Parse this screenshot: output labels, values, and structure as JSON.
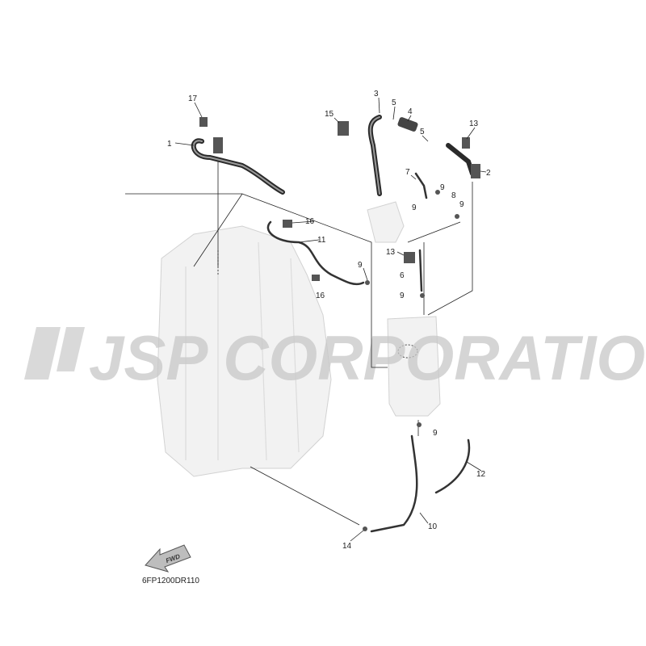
{
  "diagram": {
    "drawing_code": "6FP1200DR110",
    "direction_arrow": "FWD",
    "watermark": "JSP CORPORATION",
    "callouts": [
      {
        "n": "17"
      },
      {
        "n": "1"
      },
      {
        "n": "3"
      },
      {
        "n": "5"
      },
      {
        "n": "4"
      },
      {
        "n": "5"
      },
      {
        "n": "15"
      },
      {
        "n": "13"
      },
      {
        "n": "2"
      },
      {
        "n": "7"
      },
      {
        "n": "9"
      },
      {
        "n": "8"
      },
      {
        "n": "9"
      },
      {
        "n": "9"
      },
      {
        "n": "16"
      },
      {
        "n": "11"
      },
      {
        "n": "13"
      },
      {
        "n": "9"
      },
      {
        "n": "6"
      },
      {
        "n": "9"
      },
      {
        "n": "16"
      },
      {
        "n": "9"
      },
      {
        "n": "12"
      },
      {
        "n": "10"
      },
      {
        "n": "14"
      }
    ]
  }
}
